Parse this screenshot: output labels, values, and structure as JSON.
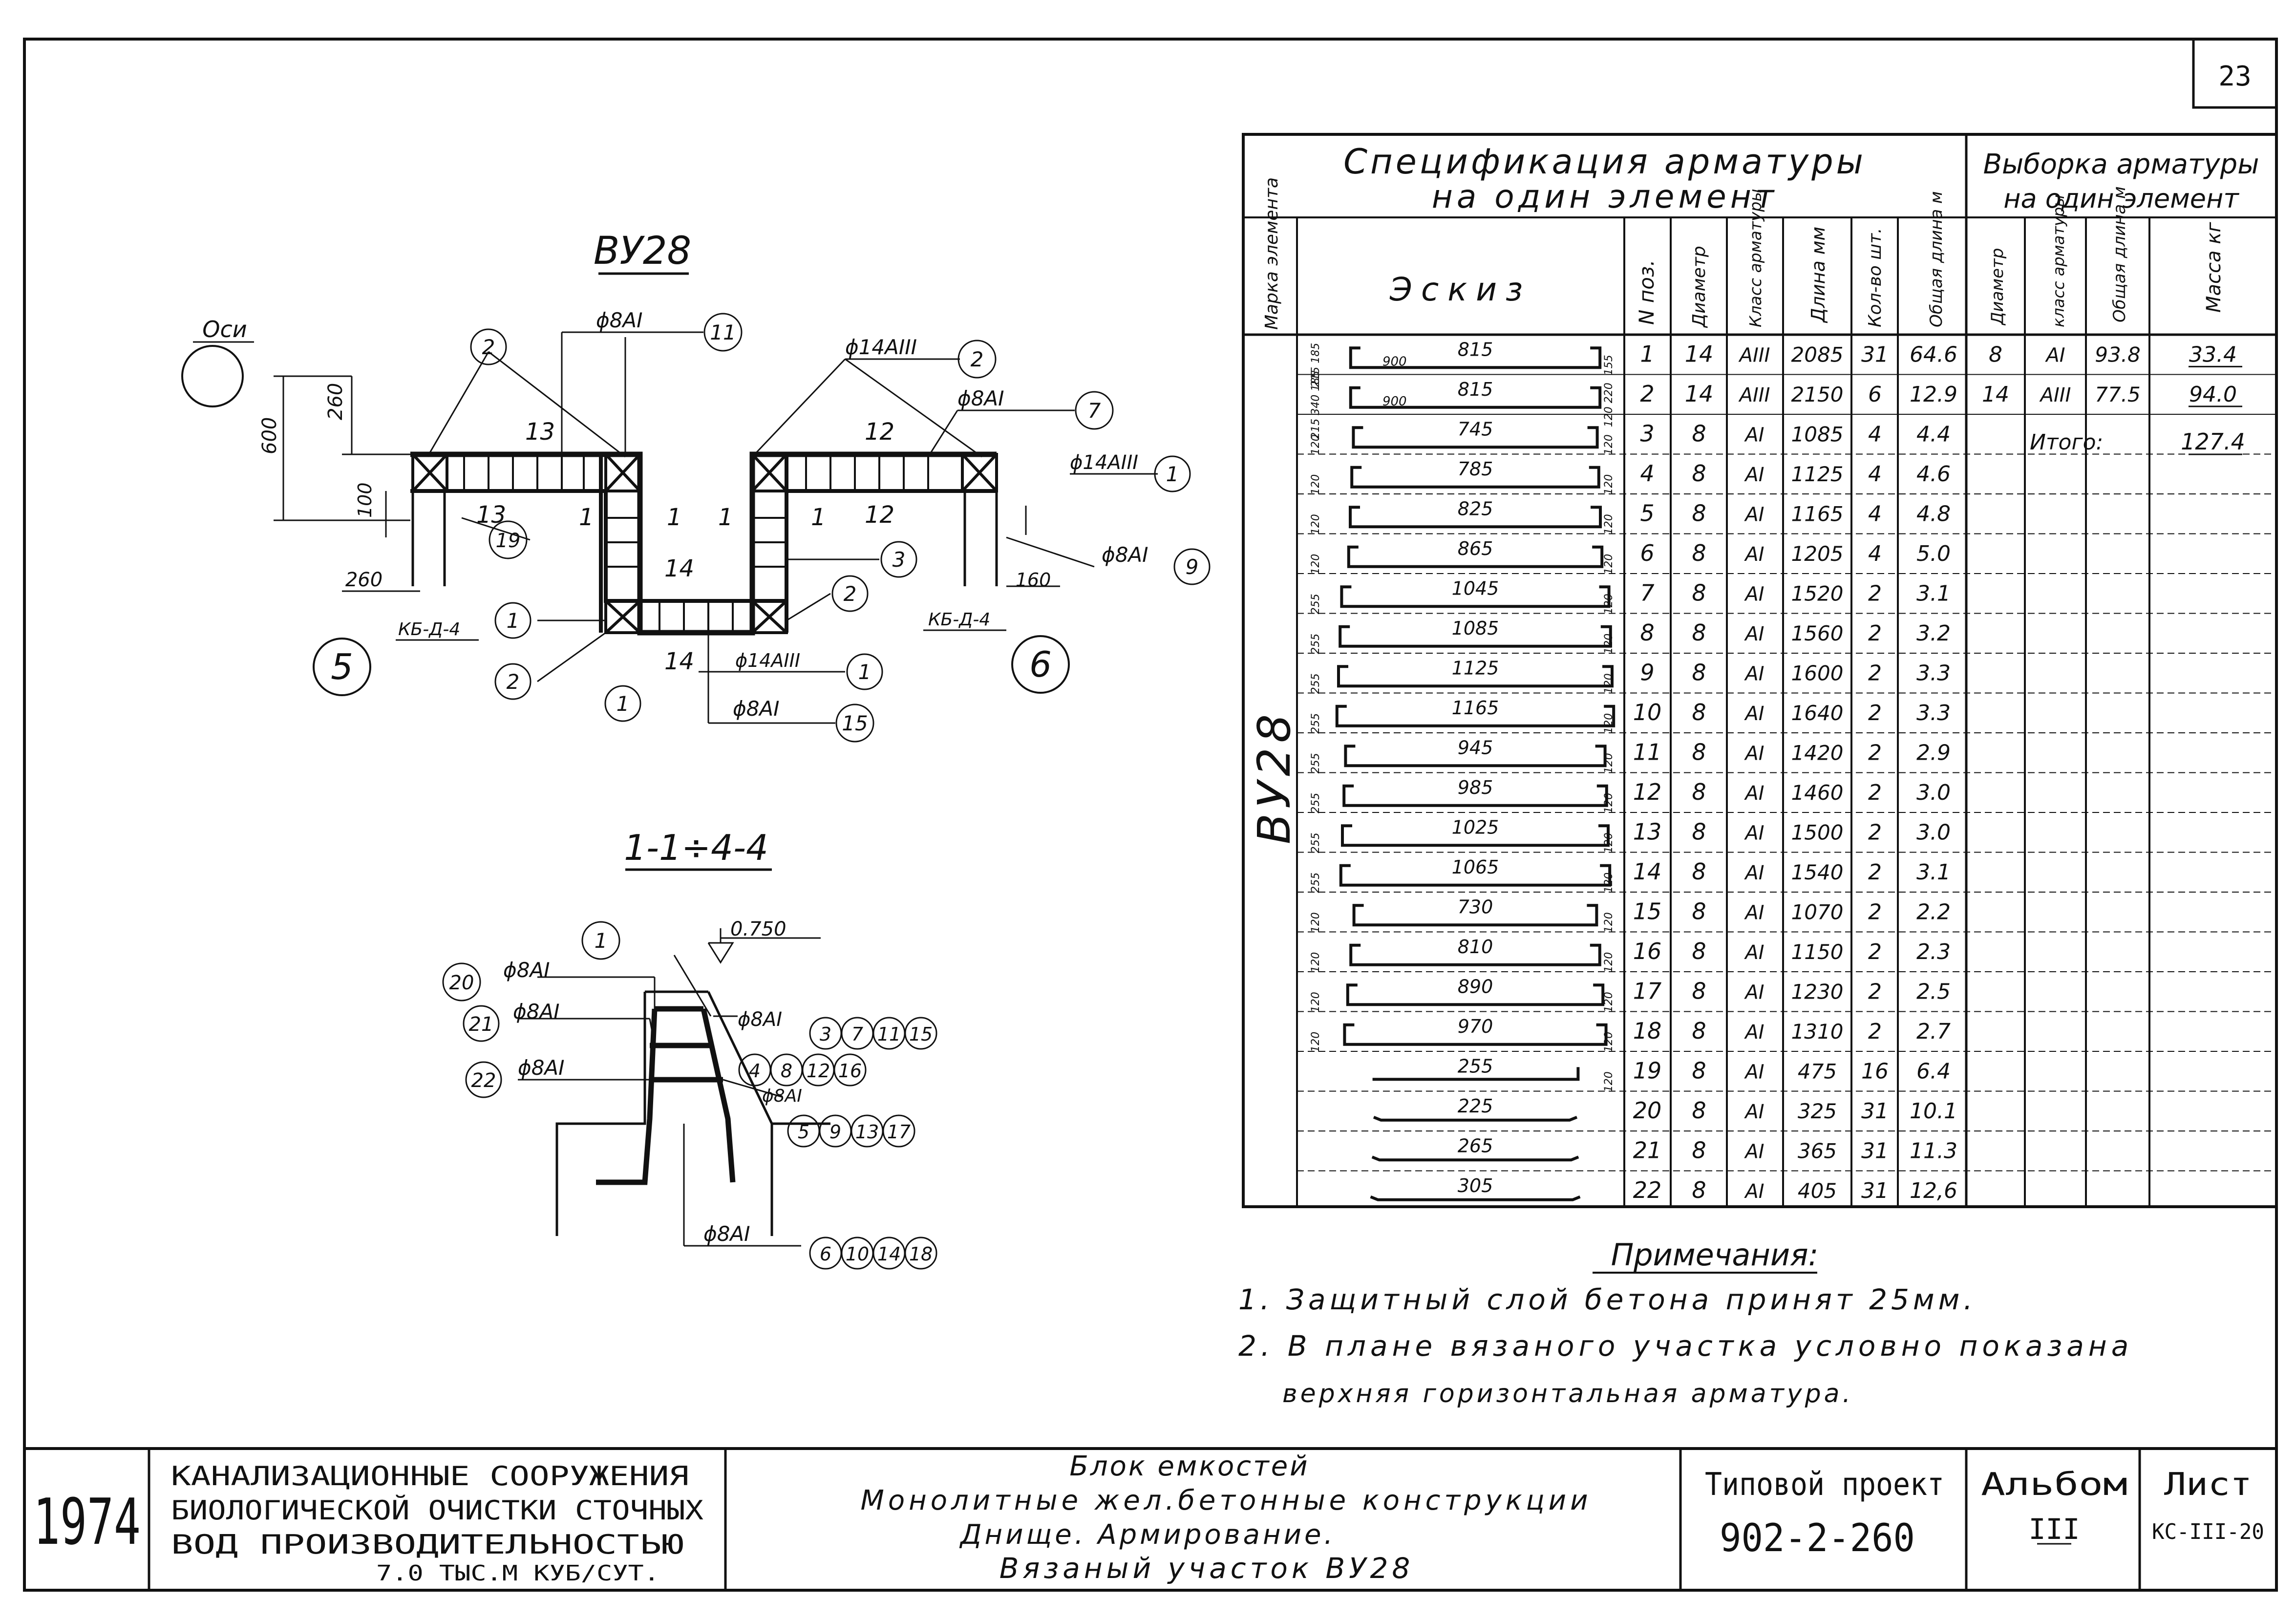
{
  "sheet_number": "23",
  "plan": {
    "title": "ВУ28",
    "axis_label": "Оси",
    "numbers": {
      "n600": "600",
      "n260a": "260",
      "n100": "100",
      "n260b": "260",
      "n160": "160"
    },
    "callouts": [
      {
        "label": "ϕ8AI",
        "num": "11"
      },
      {
        "label": "ϕ14AIII",
        "num": "2"
      },
      {
        "label": "ϕ8AI",
        "num": "7"
      },
      {
        "label": "ϕ14AIII",
        "num": "1"
      },
      {
        "label": "ϕ8AI",
        "num": "9"
      },
      {
        "label": "ϕ14AIII",
        "num": "1"
      },
      {
        "label": "ϕ8AI",
        "num": "15"
      }
    ],
    "section_marks": [
      "1",
      "1",
      "1",
      "1",
      "1",
      "1",
      "1"
    ],
    "piece_labels": [
      "13",
      "12",
      "13",
      "12",
      "14",
      "14"
    ],
    "kb_left": "КБ-Д-4",
    "kb_right": "КБ-Д-4",
    "circles": [
      "2",
      "19",
      "3",
      "2",
      "1",
      "2",
      "1"
    ],
    "axis_left": "5",
    "axis_right": "6"
  },
  "section": {
    "title": "1-1÷4-4",
    "level": "0.750",
    "left_labels": [
      {
        "num": "20",
        "label": "ϕ8AI"
      },
      {
        "num": "21",
        "label": "ϕ8AI"
      },
      {
        "num": "22",
        "label": "ϕ8AI"
      }
    ],
    "top_circle": "1",
    "right_groups": [
      {
        "label": "ϕ8AI",
        "nums": [
          "3",
          "7",
          "11",
          "15"
        ]
      },
      {
        "label": "",
        "nums": [
          "4",
          "8",
          "12",
          "16"
        ]
      },
      {
        "label": "ϕ8AI",
        "nums": [
          "5",
          "9",
          "13",
          "17"
        ]
      },
      {
        "label": "ϕ8AI",
        "nums": [
          "6",
          "10",
          "14",
          "18"
        ]
      }
    ]
  },
  "spec": {
    "title_line1": "Спецификация арматуры",
    "title_line2": "на один элемент",
    "vyborka_line1": "Выборка арматуры",
    "vyborka_line2": "на один элемент",
    "headers": {
      "mark": "Марка элемента",
      "sketch": "Эскиз",
      "pos": "N поз.",
      "diam": "Диаметр",
      "cls": "Класс арматуры",
      "len": "Длина мм",
      "qty": "Кол-во шт.",
      "total": "Общая длина м",
      "v_diam": "Диаметр",
      "v_cls": "класс арматуры",
      "v_total": "Общая длина м",
      "v_mass": "Масса кг"
    },
    "element_mark": "ВУ28",
    "rows": [
      {
        "pos": "1",
        "d": "14",
        "cls": "AIII",
        "len": "2085",
        "qty": "31",
        "total": "64.6",
        "sketch": "815",
        "sub": "900",
        "side": "215 185",
        "end": "155"
      },
      {
        "pos": "2",
        "d": "14",
        "cls": "AIII",
        "len": "2150",
        "qty": "6",
        "total": "12.9",
        "sketch": "815",
        "sub": "900",
        "side": "215 340 185",
        "end": "120 220"
      },
      {
        "pos": "3",
        "d": "8",
        "cls": "AI",
        "len": "1085",
        "qty": "4",
        "total": "4.4",
        "sketch": "745",
        "side": "120",
        "end": "120"
      },
      {
        "pos": "4",
        "d": "8",
        "cls": "AI",
        "len": "1125",
        "qty": "4",
        "total": "4.6",
        "sketch": "785",
        "side": "120",
        "end": "120"
      },
      {
        "pos": "5",
        "d": "8",
        "cls": "AI",
        "len": "1165",
        "qty": "4",
        "total": "4.8",
        "sketch": "825",
        "side": "120",
        "end": "120"
      },
      {
        "pos": "6",
        "d": "8",
        "cls": "AI",
        "len": "1205",
        "qty": "4",
        "total": "5.0",
        "sketch": "865",
        "side": "120",
        "end": "120"
      },
      {
        "pos": "7",
        "d": "8",
        "cls": "AI",
        "len": "1520",
        "qty": "2",
        "total": "3.1",
        "sketch": "1045",
        "side": "255",
        "end": "120"
      },
      {
        "pos": "8",
        "d": "8",
        "cls": "AI",
        "len": "1560",
        "qty": "2",
        "total": "3.2",
        "sketch": "1085",
        "side": "255",
        "end": "120"
      },
      {
        "pos": "9",
        "d": "8",
        "cls": "AI",
        "len": "1600",
        "qty": "2",
        "total": "3.3",
        "sketch": "1125",
        "side": "255",
        "end": "120"
      },
      {
        "pos": "10",
        "d": "8",
        "cls": "AI",
        "len": "1640",
        "qty": "2",
        "total": "3.3",
        "sketch": "1165",
        "side": "255",
        "end": "120"
      },
      {
        "pos": "11",
        "d": "8",
        "cls": "AI",
        "len": "1420",
        "qty": "2",
        "total": "2.9",
        "sketch": "945",
        "side": "255",
        "end": "120"
      },
      {
        "pos": "12",
        "d": "8",
        "cls": "AI",
        "len": "1460",
        "qty": "2",
        "total": "3.0",
        "sketch": "985",
        "side": "255",
        "end": "120"
      },
      {
        "pos": "13",
        "d": "8",
        "cls": "AI",
        "len": "1500",
        "qty": "2",
        "total": "3.0",
        "sketch": "1025",
        "side": "255",
        "end": "120"
      },
      {
        "pos": "14",
        "d": "8",
        "cls": "AI",
        "len": "1540",
        "qty": "2",
        "total": "3.1",
        "sketch": "1065",
        "side": "255",
        "end": "120"
      },
      {
        "pos": "15",
        "d": "8",
        "cls": "AI",
        "len": "1070",
        "qty": "2",
        "total": "2.2",
        "sketch": "730",
        "side": "120",
        "end": "120"
      },
      {
        "pos": "16",
        "d": "8",
        "cls": "AI",
        "len": "1150",
        "qty": "2",
        "total": "2.3",
        "sketch": "810",
        "side": "120",
        "end": "120"
      },
      {
        "pos": "17",
        "d": "8",
        "cls": "AI",
        "len": "1230",
        "qty": "2",
        "total": "2.5",
        "sketch": "890",
        "side": "120",
        "end": "120"
      },
      {
        "pos": "18",
        "d": "8",
        "cls": "AI",
        "len": "1310",
        "qty": "2",
        "total": "2.7",
        "sketch": "970",
        "side": "120",
        "end": "120"
      },
      {
        "pos": "19",
        "d": "8",
        "cls": "AI",
        "len": "475",
        "qty": "16",
        "total": "6.4",
        "sketch": "255",
        "side": "",
        "end": "120"
      },
      {
        "pos": "20",
        "d": "8",
        "cls": "AI",
        "len": "325",
        "qty": "31",
        "total": "10.1",
        "sketch": "225",
        "side": "",
        "end": ""
      },
      {
        "pos": "21",
        "d": "8",
        "cls": "AI",
        "len": "365",
        "qty": "31",
        "total": "11.3",
        "sketch": "265",
        "side": "",
        "end": ""
      },
      {
        "pos": "22",
        "d": "8",
        "cls": "AI",
        "len": "405",
        "qty": "31",
        "total": "12,6",
        "sketch": "305",
        "side": "",
        "end": ""
      }
    ],
    "vyborka_rows": [
      {
        "d": "8",
        "cls": "AI",
        "total": "93.8",
        "mass": "33.4"
      },
      {
        "d": "14",
        "cls": "AIII",
        "total": "77.5",
        "mass": "94.0"
      }
    ],
    "itogo_label": "Итого:",
    "itogo_value": "127.4"
  },
  "notes": {
    "title": "Примечания:",
    "items": [
      "1. Защитный слой бетона принят 25мм.",
      "2. В плане вязаного участка условно показана",
      "верхняя горизонтальная арматура."
    ]
  },
  "title_block": {
    "year": "1974",
    "org_lines": [
      "КАНАЛИЗАЦИОННЫЕ СООРУЖЕНИЯ",
      "БИОЛОГИЧЕСКОЙ ОЧИСТКИ СТОЧНЫХ",
      "ВОД ПРОИЗВОДИТЕЛЬНОСТЬЮ",
      "7.0 ТЫС.М КУБ/СУТ."
    ],
    "desc_lines": [
      "Блок емкостей",
      "Монолитные жел.бетонные конструкции",
      "Днище. Армирование.",
      "Вязаный участок ВУ28"
    ],
    "project_label": "Типовой проект",
    "project_number": "902-2-260",
    "album_label": "Альбом",
    "album_number": "III",
    "sheet_label": "Лист",
    "sheet_code": "КС-III-20"
  }
}
